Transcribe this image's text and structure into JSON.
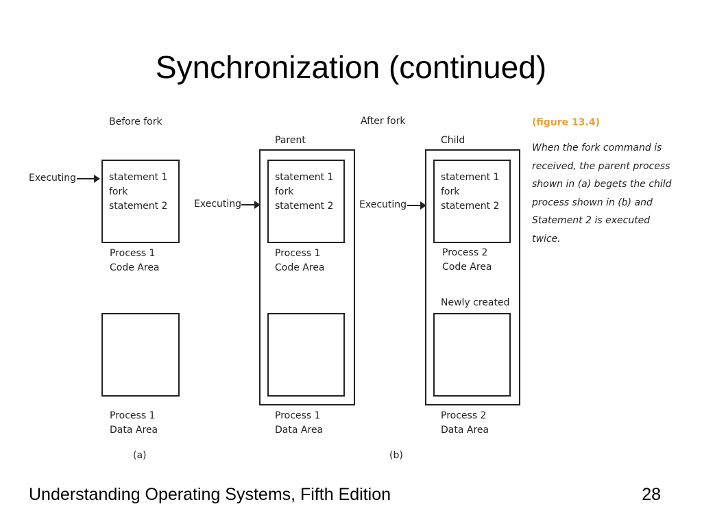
{
  "title": "Synchronization (continued)",
  "footer": {
    "left": "Understanding Operating Systems, Fifth Edition",
    "page_number": "28"
  },
  "diagram": {
    "before_fork": "Before fork",
    "after_fork": "After fork",
    "parent": "Parent",
    "child": "Child",
    "executing": "Executing",
    "code_statements_a": "statement 1\nfork\nstatement 2",
    "code_statements_parent": "statement 1\nfork\nstatement 2",
    "code_statements_child": "statement 1\nfork\nstatement 2",
    "process1_code_area_a": "Process 1\nCode Area",
    "process1_data_area_a": "Process 1\nData Area",
    "process1_code_area_b": "Process 1\nCode Area",
    "process1_data_area_b": "Process 1\nData Area",
    "process2_code_area": "Process 2\nCode Area",
    "process2_data_area": "Process 2\nData Area",
    "newly_created": "Newly created",
    "label_a": "(a)",
    "label_b": "(b)"
  },
  "caption": {
    "figure": "(figure 13.4)",
    "figure_color": "#E8A13A",
    "text": "When the fork command is received, the parent process shown in (a) begets the child process shown in (b) and Statement 2 is executed twice."
  }
}
